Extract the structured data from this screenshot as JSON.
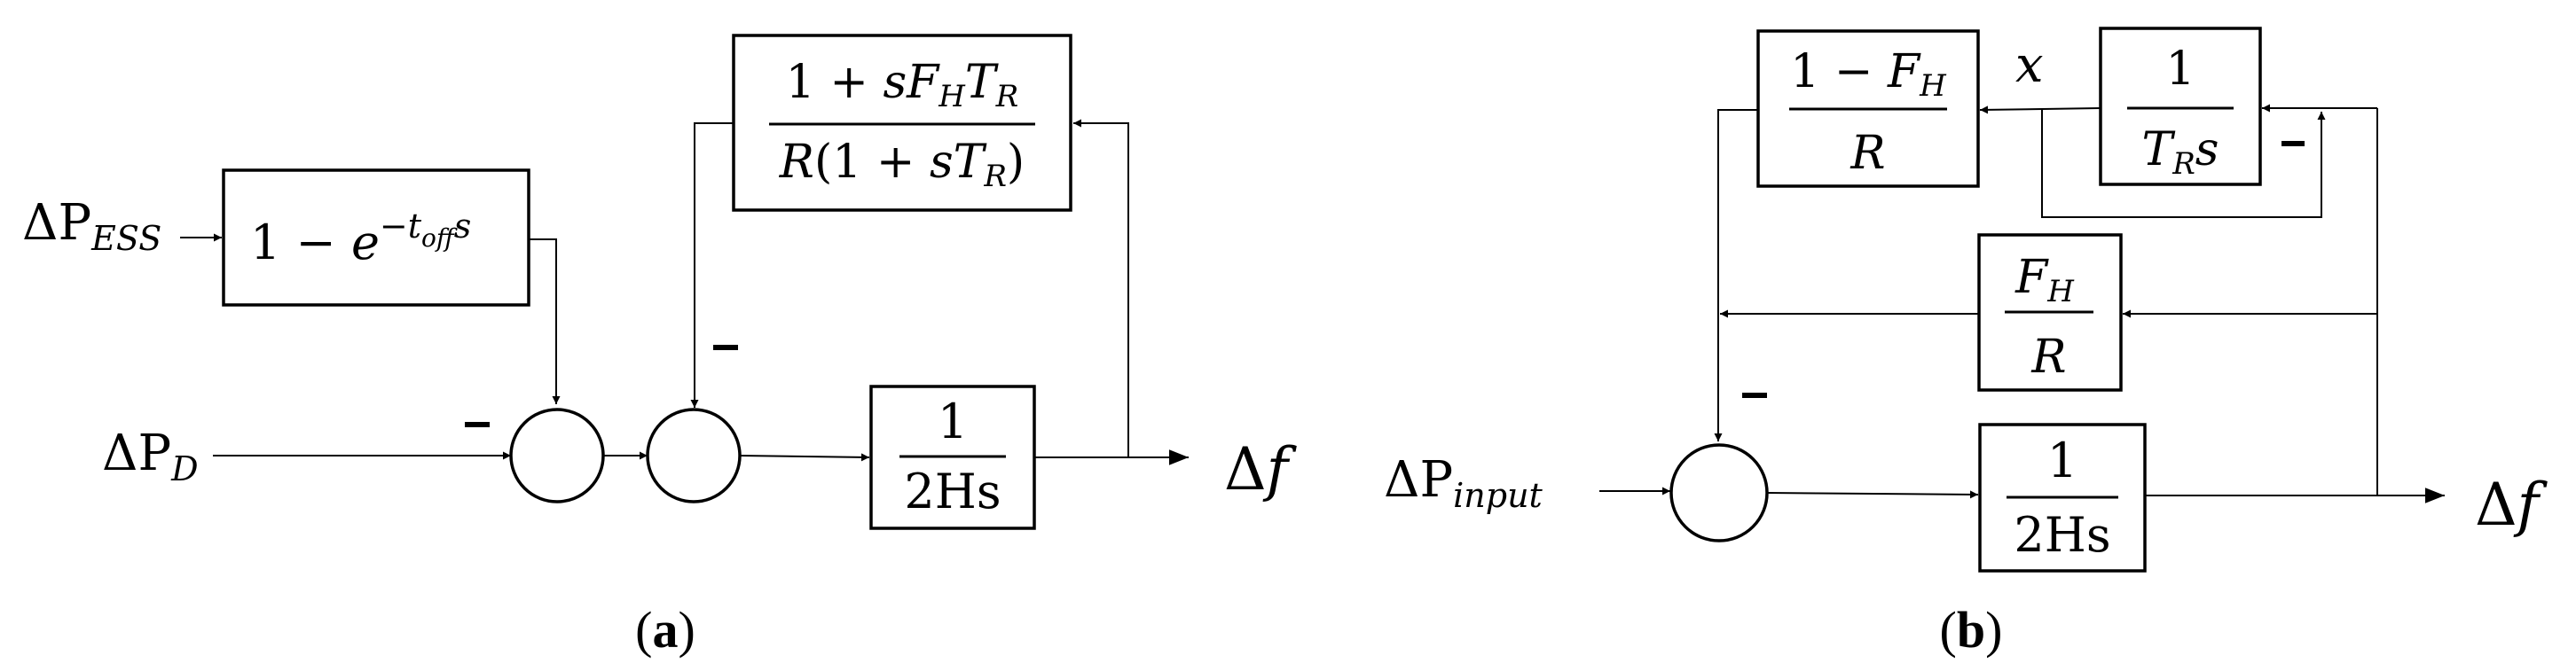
{
  "panel_a": {
    "caption": "a",
    "inputs": {
      "dp_ess": {
        "delta": "ΔP",
        "sub": "ESS"
      },
      "dp_d": {
        "delta": "ΔP",
        "sub": "D"
      }
    },
    "output": {
      "delta": "Δ",
      "var": "f"
    },
    "ess_block": {
      "text": "1 − ",
      "base": "e",
      "exp_minus": "−",
      "exp_t": "t",
      "exp_sub": "off",
      "exp_s": "s"
    },
    "governor_block": {
      "numerator": {
        "one": "1 + ",
        "s": "s",
        "F": "F",
        "F_sub": "H",
        "T": "T",
        "T_sub": "R"
      },
      "denominator": {
        "R": "R",
        "open": "(1 + ",
        "s": "s",
        "T": "T",
        "T_sub": "R",
        "close": ")"
      }
    },
    "inertia_block": {
      "numerator": "1",
      "denominator": "2Hs"
    },
    "minus_signs": [
      "−",
      "−"
    ]
  },
  "panel_b": {
    "caption": "b",
    "input": {
      "delta": "ΔP",
      "sub": "input"
    },
    "output": {
      "delta": "Δ",
      "var": "f"
    },
    "x_label": "x",
    "block_1mfh": {
      "numerator": {
        "one": "1 − ",
        "F": "F",
        "F_sub": "H"
      },
      "denominator": "R"
    },
    "block_tr": {
      "numerator": "1",
      "denominator": {
        "T": "T",
        "T_sub": "R",
        "s": "s"
      }
    },
    "block_fh": {
      "numerator": {
        "F": "F",
        "F_sub": "H"
      },
      "denominator": "R"
    },
    "inertia_block": {
      "numerator": "1",
      "denominator": "2Hs"
    },
    "minus_signs": [
      "−",
      "−"
    ]
  }
}
